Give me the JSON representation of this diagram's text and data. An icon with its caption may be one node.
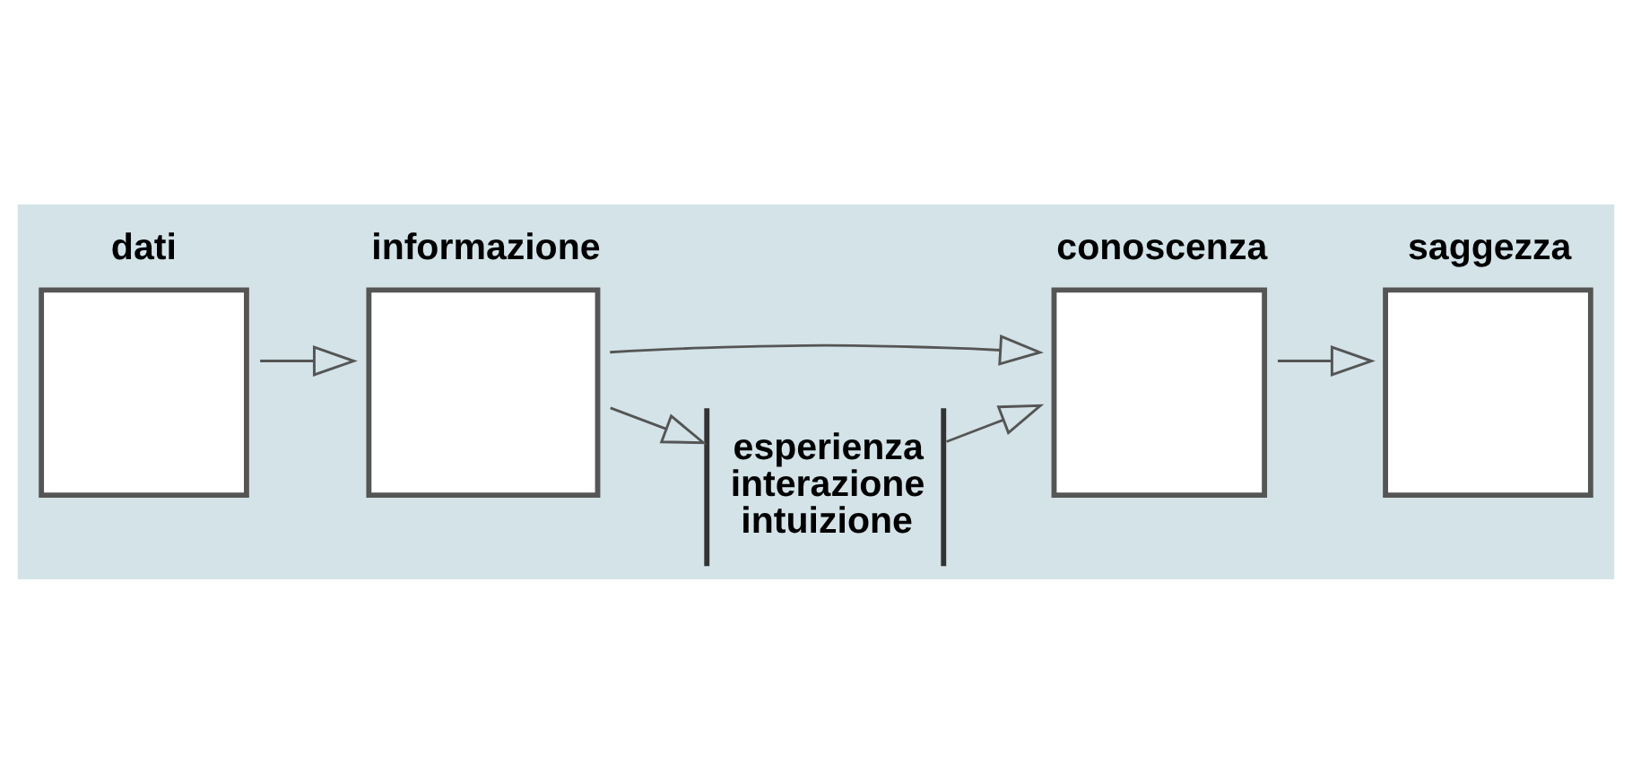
{
  "diagram": {
    "nodes": [
      {
        "text": [
          "dati"
        ]
      },
      {
        "text": [
          "informazione"
        ]
      },
      {
        "text": [
          "conoscenza"
        ]
      },
      {
        "text": [
          "saggezza"
        ]
      },
      {
        "text": [
          "esperienza",
          "interazione",
          "intuizione"
        ]
      }
    ],
    "edges": [
      {
        "from": 0,
        "to": 1,
        "arrow": "to"
      },
      {
        "from": 1,
        "to": 2,
        "arrow": "to"
      },
      {
        "from": 2,
        "to": 3,
        "arrow": "to"
      },
      {
        "from": 1,
        "to": 4,
        "arrow": "to"
      },
      {
        "from": 4,
        "to": 2,
        "arrow": "to"
      }
    ]
  }
}
